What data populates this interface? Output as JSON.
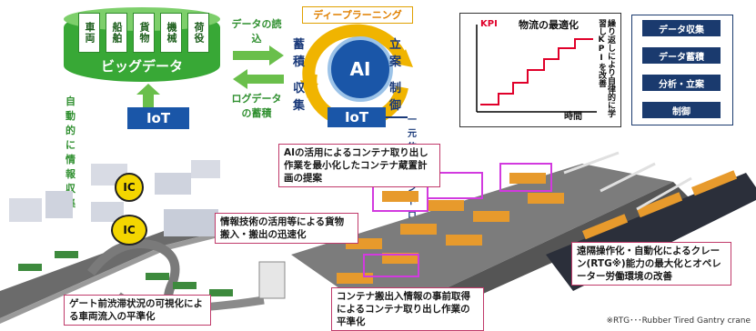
{
  "bigdata": {
    "columns": [
      "車両",
      "船舶",
      "貨物",
      "機械",
      "荷役"
    ],
    "label": "ビッグデータ",
    "auto_collect": "自動的に情報収集",
    "iot": "IoT",
    "color_top": "#7dcf6b",
    "color_body": "#38a836"
  },
  "flow": {
    "data_import": "データの読込",
    "log_store": "ログデータの蓄積",
    "unified_control": "一元的にコントロール",
    "arrow_color": "#6abf4b"
  },
  "ai": {
    "title": "ディープラーニング",
    "center": "AI",
    "accumulate": "蓄積",
    "plan": "立案",
    "collect": "収集",
    "control": "制御",
    "iot": "IoT",
    "ring_color": "#f0b400"
  },
  "kpi": {
    "y_label": "KPI",
    "title": "物流の最適化",
    "x_label": "時間",
    "side_note": "繰り返しにより自律的に学習しKPIを改善",
    "step_color": "#e0002a"
  },
  "steps": [
    "データ収集",
    "データ蓄積",
    "分析・立案",
    "制御"
  ],
  "annotations": {
    "top": "AIの活用によるコンテナ取り出し作業を最小化したコンテナ蔵置計画の提案",
    "gate_info": "情報技術の活用等による貨物搬入・搬出の迅速化",
    "gate_queue": "ゲート前渋滞状況の可視化による車両流入の平準化",
    "container_info": "コンテナ搬出入情報の事前取得によるコンテナ取り出し作業の平準化",
    "crane": "遠隔操作化・自動化によるクレーン(RTG※)能力の最大化とオペレーター労働環境の改善"
  },
  "ic_labels": [
    "IC",
    "IC"
  ],
  "footnote": "※RTG･･･Rubber Tired Gantry crane"
}
